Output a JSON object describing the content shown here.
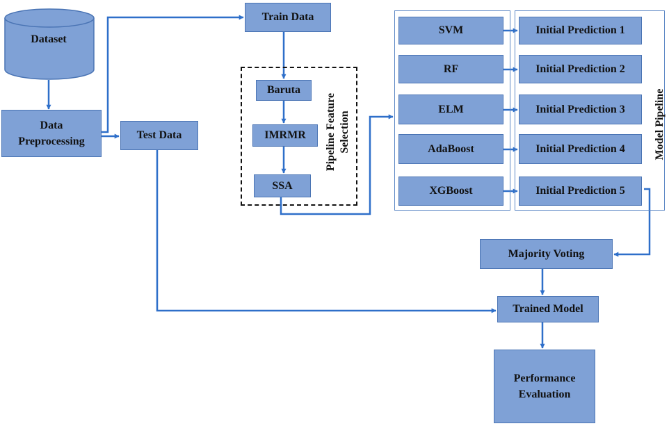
{
  "nodes": {
    "dataset": "Dataset",
    "preprocessing": [
      "Data",
      "Preprocessing"
    ],
    "train_data": "Train Data",
    "test_data": "Test Data",
    "baruta": "Baruta",
    "imrmr": "IMRMR",
    "ssa": "SSA",
    "feature_selection_label": [
      "Pipeline Feature",
      "Selection"
    ],
    "models": [
      "SVM",
      "RF",
      "ELM",
      "AdaBoost",
      "XGBoost"
    ],
    "predictions": [
      "Initial Prediction 1",
      "Initial Prediction 2",
      "Initial Prediction 3",
      "Initial Prediction 4",
      "Initial Prediction 5"
    ],
    "model_pipeline_label": "Model Pipeline",
    "majority_voting": "Majority Voting",
    "trained_model": "Trained Model",
    "performance": [
      "Performance",
      "Evaluation"
    ]
  },
  "colors": {
    "box_fill": "#7fa1d6",
    "box_border": "#4a74b4",
    "arrow": "#2e6fc9",
    "frame": "#5b86c4",
    "dashed_border": "#111111"
  }
}
